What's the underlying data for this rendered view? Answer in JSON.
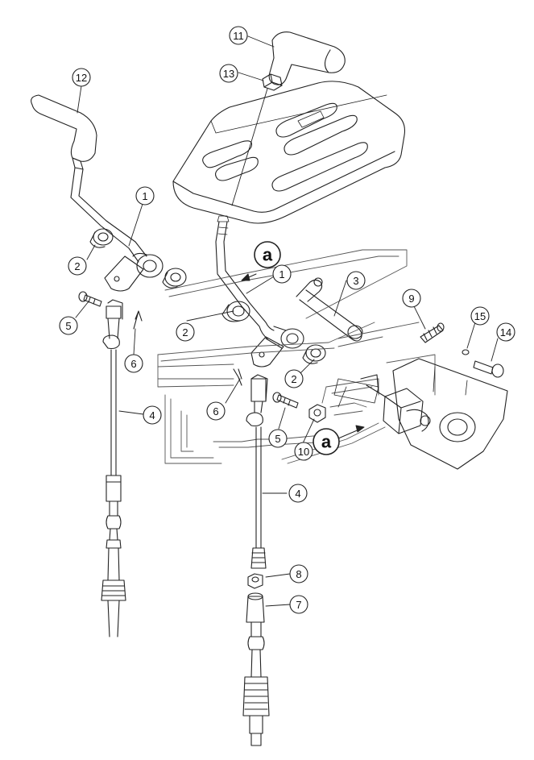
{
  "callouts": [
    {
      "id": "c11",
      "label": "11"
    },
    {
      "id": "c13",
      "label": "13"
    },
    {
      "id": "c12",
      "label": "12"
    },
    {
      "id": "c1a",
      "label": "1"
    },
    {
      "id": "c2a",
      "label": "2"
    },
    {
      "id": "c5a",
      "label": "5"
    },
    {
      "id": "c6a",
      "label": "6"
    },
    {
      "id": "c4a",
      "label": "4"
    },
    {
      "id": "c2b",
      "label": "2"
    },
    {
      "id": "c1b",
      "label": "1"
    },
    {
      "id": "c3",
      "label": "3"
    },
    {
      "id": "c9",
      "label": "9"
    },
    {
      "id": "c15",
      "label": "15"
    },
    {
      "id": "c14",
      "label": "14"
    },
    {
      "id": "c2c",
      "label": "2"
    },
    {
      "id": "c6b",
      "label": "6"
    },
    {
      "id": "c5b",
      "label": "5"
    },
    {
      "id": "c10",
      "label": "10"
    },
    {
      "id": "c4b",
      "label": "4"
    },
    {
      "id": "c8",
      "label": "8"
    },
    {
      "id": "c7",
      "label": "7"
    }
  ],
  "markers": [
    {
      "id": "m1",
      "label": "a"
    },
    {
      "id": "m2",
      "label": "a"
    }
  ],
  "colors": {
    "line": "#222222",
    "hatch": "#555555",
    "background": "#ffffff"
  }
}
